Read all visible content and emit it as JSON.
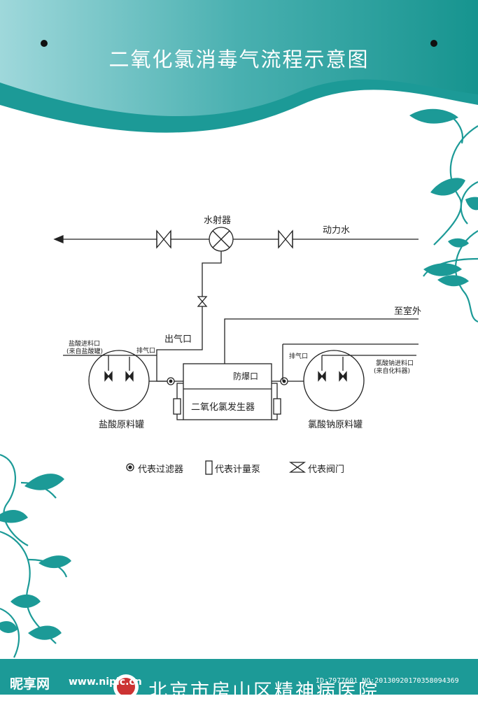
{
  "poster": {
    "title": "二氧化氯消毒气流程示意图",
    "footer": "北京市房山区精神病医院",
    "colors": {
      "teal": "#1c9a97",
      "teal_light": "#a7dde0",
      "line": "#222222"
    }
  },
  "diagram": {
    "water_ejector": "水射器",
    "power_water": "动力水",
    "to_outdoor": "至室外",
    "gas_outlet": "出气口",
    "exhaust_left": "排气口",
    "exhaust_right": "排气口",
    "hcl_inlet_line1": "盐酸进料口",
    "hcl_inlet_line2": "(来自盐酸罐)",
    "chlorate_inlet_line1": "氯酸钠进料口",
    "chlorate_inlet_line2": "(来自化料器)",
    "explosion_port": "防爆口",
    "generator": "二氧化氯发生器",
    "hcl_tank": "盐酸原料罐",
    "chlorate_tank": "氯酸钠原料罐"
  },
  "legend": [
    {
      "icon": "filter-symbol-icon",
      "label": "代表过滤器"
    },
    {
      "icon": "metering-pump-symbol-icon",
      "label": "代表计量泵"
    },
    {
      "icon": "valve-symbol-icon",
      "label": "代表阀门"
    }
  ],
  "watermark": {
    "site": "昵享网",
    "url": "www.nipic.cn",
    "id": "ID:7977601 NO:20130920170358094369"
  }
}
